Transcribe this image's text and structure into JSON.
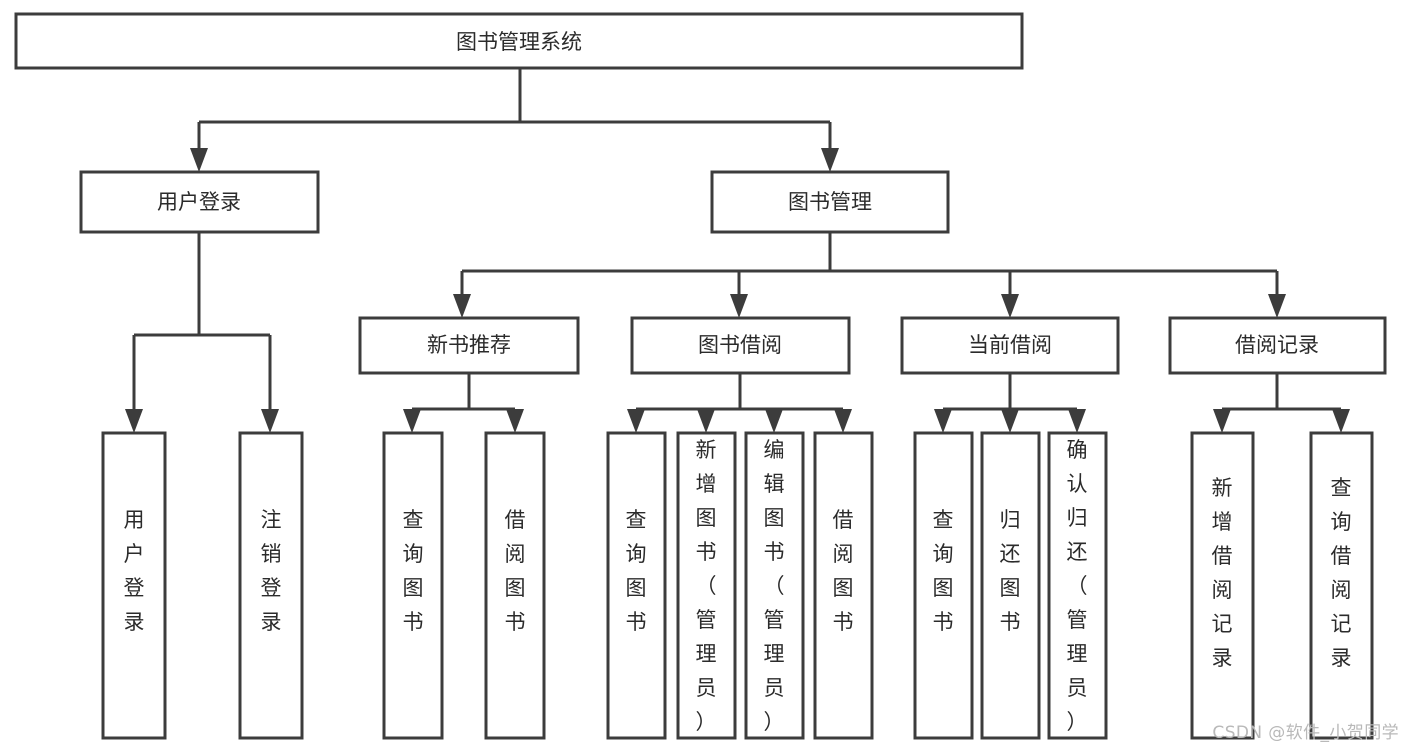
{
  "diagram": {
    "title": "图书管理系统",
    "type": "tree-hierarchy",
    "root": {
      "id": "root",
      "label": "图书管理系统"
    },
    "level2": [
      {
        "id": "user-login",
        "label": "用户登录"
      },
      {
        "id": "book-manage",
        "label": "图书管理"
      }
    ],
    "level3": [
      {
        "id": "new-book-recommend",
        "label": "新书推荐",
        "parent": "book-manage"
      },
      {
        "id": "book-borrow",
        "label": "图书借阅",
        "parent": "book-manage"
      },
      {
        "id": "current-borrow",
        "label": "当前借阅",
        "parent": "book-manage"
      },
      {
        "id": "borrow-record",
        "label": "借阅记录",
        "parent": "book-manage"
      }
    ],
    "leaves": {
      "user-login": [
        {
          "id": "leaf-user-login",
          "label": "用户登录"
        },
        {
          "id": "leaf-user-logout",
          "label": "注销登录"
        }
      ],
      "new-book-recommend": [
        {
          "id": "leaf-query-book-1",
          "label": "查询图书"
        },
        {
          "id": "leaf-borrow-book-1",
          "label": "借阅图书"
        }
      ],
      "book-borrow": [
        {
          "id": "leaf-query-book-2",
          "label": "查询图书"
        },
        {
          "id": "leaf-add-book",
          "label": "新增图书（管理员）"
        },
        {
          "id": "leaf-edit-book",
          "label": "编辑图书（管理员）"
        },
        {
          "id": "leaf-borrow-book-2",
          "label": "借阅图书"
        }
      ],
      "current-borrow": [
        {
          "id": "leaf-query-book-3",
          "label": "查询图书"
        },
        {
          "id": "leaf-return-book",
          "label": "归还图书"
        },
        {
          "id": "leaf-confirm-return",
          "label": "确认归还（管理员）"
        }
      ],
      "borrow-record": [
        {
          "id": "leaf-add-record",
          "label": "新增借阅记录"
        },
        {
          "id": "leaf-query-record",
          "label": "查询借阅记录"
        }
      ]
    }
  },
  "watermark": {
    "text": "CSDN @软件_小贺同学"
  },
  "colors": {
    "stroke": "#3c3c3c",
    "box_fill": "#ffffff",
    "text": "#2b2b2b",
    "background": "#ffffff",
    "watermark": "#b9b9b9"
  }
}
